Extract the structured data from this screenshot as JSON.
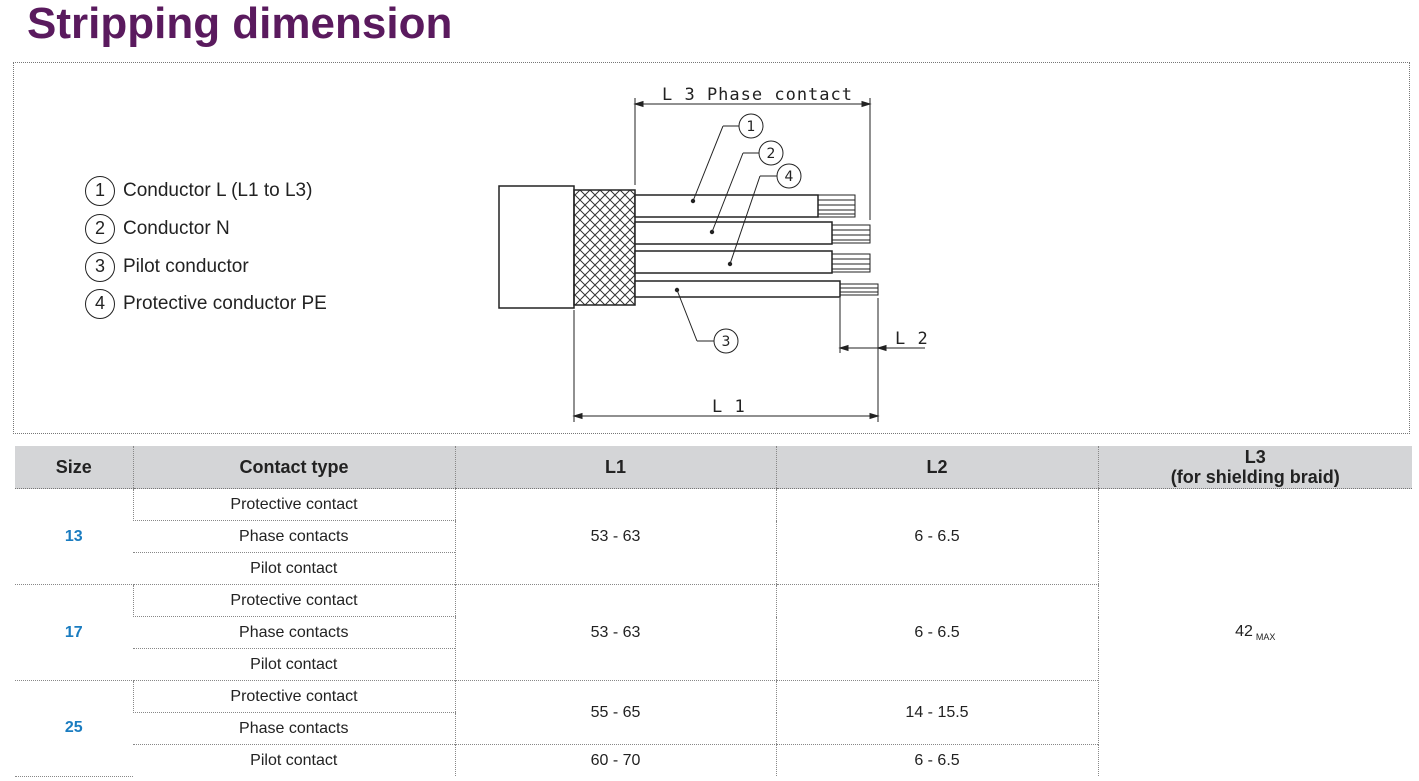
{
  "title": "Stripping dimension",
  "legend": [
    {
      "num": "1",
      "text": "Conductor L (L1 to L3)"
    },
    {
      "num": "2",
      "text": "Conductor N"
    },
    {
      "num": "3",
      "text": "Pilot conductor"
    },
    {
      "num": "4",
      "text": "Protective conductor PE"
    }
  ],
  "diagram": {
    "l3_label": "L 3  Phase contact",
    "l2_label": "L 2",
    "l1_label": "L 1",
    "callout_1": "1",
    "callout_2": "2",
    "callout_3": "3",
    "callout_4": "4"
  },
  "table": {
    "headers": {
      "size": "Size",
      "contact_type": "Contact type",
      "l1": "L1",
      "l2": "L2",
      "l3_line1": "L3",
      "l3_line2": "(for shielding braid)"
    },
    "groups": [
      {
        "size": "13",
        "contacts": [
          "Protective contact",
          "Phase contacts",
          "Pilot contact"
        ],
        "l1": "53 - 63",
        "l2": "6 - 6.5"
      },
      {
        "size": "17",
        "contacts": [
          "Protective contact",
          "Phase contacts",
          "Pilot contact"
        ],
        "l1": "53 - 63",
        "l2": "6 - 6.5"
      },
      {
        "size": "25",
        "contacts": [
          "Protective contact",
          "Phase contacts",
          "Pilot contact"
        ],
        "l1_a": "55 - 65",
        "l2_a": "14 - 15.5",
        "l1_b": "60 - 70",
        "l2_b": "6 - 6.5"
      }
    ],
    "l3_value": "42",
    "l3_sub": "MAX"
  },
  "colors": {
    "title": "#5a1a5e",
    "size_text": "#1a7cc0",
    "header_bg": "#d4d5d7"
  }
}
